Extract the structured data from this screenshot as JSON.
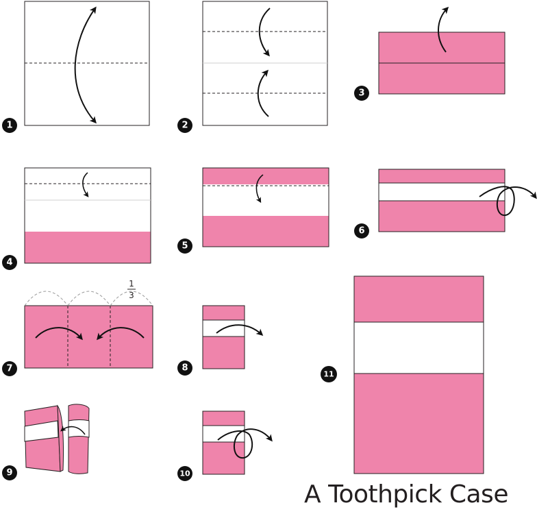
{
  "title": "A Toothpick Case",
  "colors": {
    "paper_pink": "#ef84ab",
    "paper_white": "#ffffff",
    "outline": "#231f20",
    "arrow": "#111111",
    "badge": "#111111",
    "crease": "#cfcfcf",
    "guide_dash": "#9a9a9a"
  },
  "steps": [
    {
      "number": "1"
    },
    {
      "number": "2"
    },
    {
      "number": "3"
    },
    {
      "number": "4"
    },
    {
      "number": "5"
    },
    {
      "number": "6"
    },
    {
      "number": "7"
    },
    {
      "number": "8"
    },
    {
      "number": "9"
    },
    {
      "number": "10"
    },
    {
      "number": "11"
    }
  ],
  "fraction": {
    "numerator": "1",
    "denominator": "3"
  },
  "icons": {
    "fold_arrow": "curved-arrow-icon",
    "turn_over": "turn-over-loop-icon"
  }
}
